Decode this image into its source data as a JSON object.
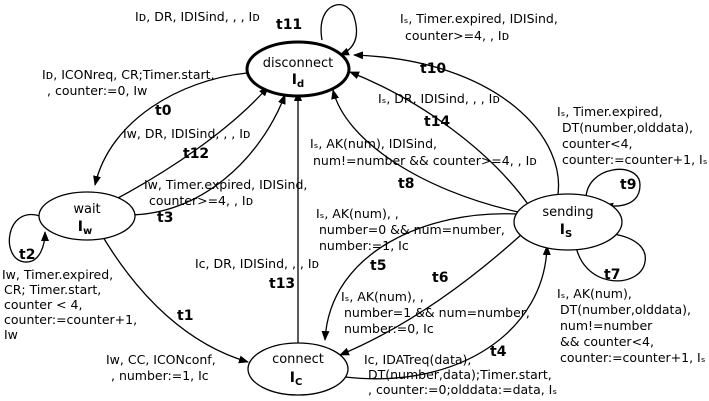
{
  "states": {
    "disconnect": {
      "name": "disconnect",
      "sub": "I",
      "subscript": "d"
    },
    "wait": {
      "name": "wait",
      "sub": "I",
      "subscript": "w"
    },
    "sending": {
      "name": "sending",
      "sub": "I",
      "subscript": "S"
    },
    "connect": {
      "name": "connect",
      "sub": "I",
      "subscript": "C"
    }
  },
  "transitions": {
    "t0": {
      "id": "t0",
      "lines": [
        "Iᴅ, ICONreq, CR;Timer.start,",
        ", counter:=0, Iᴡ"
      ]
    },
    "t1": {
      "id": "t1",
      "lines": [
        "Iᴡ, CC, ICONconf,",
        ", number:=1, Iᴄ"
      ]
    },
    "t2": {
      "id": "t2",
      "lines": [
        "Iᴡ, Timer.expired,",
        "CR; Timer.start,",
        "counter < 4,",
        "counter:=counter+1,",
        "Iᴡ"
      ]
    },
    "t3": {
      "id": "t3",
      "lines": [
        "Iᴡ, Timer.expired, IDISind,",
        "counter>=4, , Iᴅ"
      ]
    },
    "t4": {
      "id": "t4",
      "lines": [
        "Iᴄ, IDATreq(data),",
        "DT(number,data);Timer.start,",
        ", counter:=0;olddata:=data, Iₛ"
      ]
    },
    "t5": {
      "id": "t5",
      "lines": [
        "Iₛ, AK(num), ,",
        "number=0 && num=number,",
        "number:=1, Iᴄ"
      ]
    },
    "t6": {
      "id": "t6",
      "lines": [
        "Iₛ, AK(num), ,",
        "number=1 && num=number,",
        "number:=0, Iᴄ"
      ]
    },
    "t7": {
      "id": "t7",
      "lines": [
        "Iₛ, AK(num),",
        "DT(number,olddata),",
        "num!=number",
        "&& counter<4,",
        "counter:=counter+1, Iₛ"
      ]
    },
    "t8": {
      "id": "t8",
      "lines": [
        "Iₛ, AK(num), IDISind,",
        "num!=number && counter>=4, , Iᴅ"
      ]
    },
    "t9": {
      "id": "t9",
      "lines": [
        "Iₛ, Timer.expired,",
        "DT(number,olddata),",
        "counter<4,",
        "counter:=counter+1, Iₛ"
      ]
    },
    "t10": {
      "id": "t10",
      "lines": [
        "Iₛ, Timer.expired, IDISind,",
        "counter>=4, , Iᴅ"
      ]
    },
    "t11": {
      "id": "t11",
      "lines": [
        "Iᴅ, DR, IDISind, , , Iᴅ"
      ]
    },
    "t12": {
      "id": "t12",
      "lines": [
        "Iᴡ, DR, IDISind, , , Iᴅ"
      ]
    },
    "t13": {
      "id": "t13",
      "lines": [
        "Iᴄ, DR, IDISind, , , Iᴅ"
      ]
    },
    "t14": {
      "id": "t14",
      "lines": [
        "Iₛ, DR, IDISind, , , Iᴅ"
      ]
    }
  }
}
